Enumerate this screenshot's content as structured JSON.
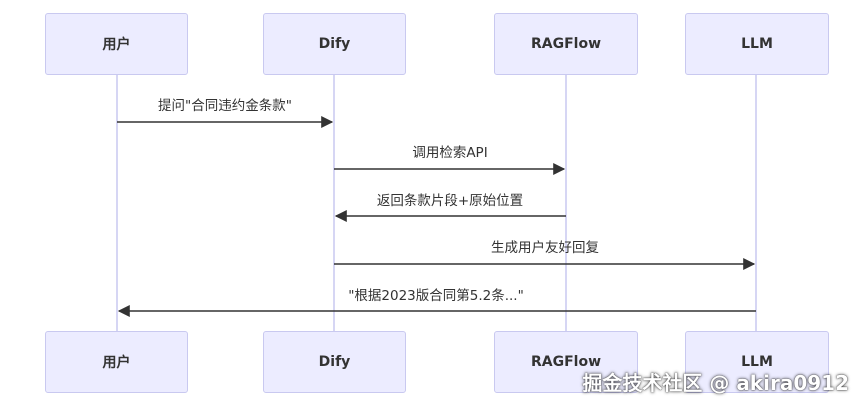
{
  "participants": [
    {
      "id": "user",
      "label": "用户"
    },
    {
      "id": "dify",
      "label": "Dify"
    },
    {
      "id": "ragflow",
      "label": "RAGFlow"
    },
    {
      "id": "llm",
      "label": "LLM"
    }
  ],
  "messages": [
    {
      "from": "user",
      "to": "dify",
      "label": "提问\"合同违约金条款\""
    },
    {
      "from": "dify",
      "to": "ragflow",
      "label": "调用检索API"
    },
    {
      "from": "ragflow",
      "to": "dify",
      "label": "返回条款片段+原始位置"
    },
    {
      "from": "dify",
      "to": "llm",
      "label": "生成用户友好回复"
    },
    {
      "from": "llm",
      "to": "user",
      "label": "\"根据2023版合同第5.2条...\""
    }
  ],
  "watermark": "掘金技术社区 @ akira0912",
  "colors": {
    "box_fill": "#ececff",
    "box_border": "#c9c9f0",
    "lifeline": "#c9c9f0",
    "arrow": "#333333",
    "text": "#333333"
  }
}
